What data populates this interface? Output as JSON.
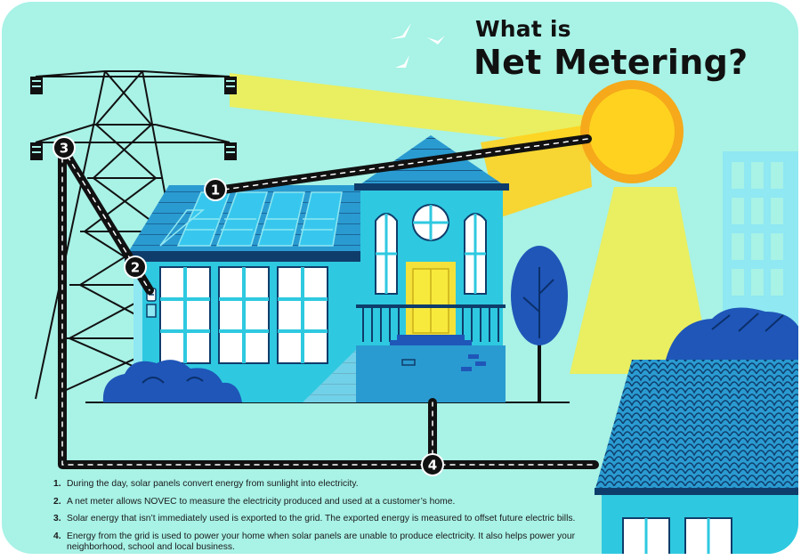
{
  "title": {
    "line1": "What is",
    "line2": "Net Metering?"
  },
  "markers": [
    "1",
    "2",
    "3",
    "4"
  ],
  "steps": [
    {
      "number": "1.",
      "text": "During the day, solar panels convert energy from sunlight into electricity."
    },
    {
      "number": "2.",
      "text": "A net meter allows NOVEC to measure the electricity produced and used at a customer’s home."
    },
    {
      "number": "3.",
      "text": "Solar energy that isn’t immediately used is exported to the grid. The exported energy is measured to offset future electric bills."
    },
    {
      "number": "4.",
      "text": "Energy from the grid is used to power your home when solar panels are unable to produce electricity. It also helps power your neighborhood, school and local business."
    }
  ],
  "colors": {
    "background": "#a8f2e6",
    "sun": "#ffd21f",
    "sun_ring": "#f5a91b",
    "house_main": "#2ec9e0",
    "house_light": "#8fe8f2",
    "roof": "#2a9bd1",
    "tree": "#1f56b8",
    "door": "#f4e23a",
    "wire": "#111111"
  }
}
